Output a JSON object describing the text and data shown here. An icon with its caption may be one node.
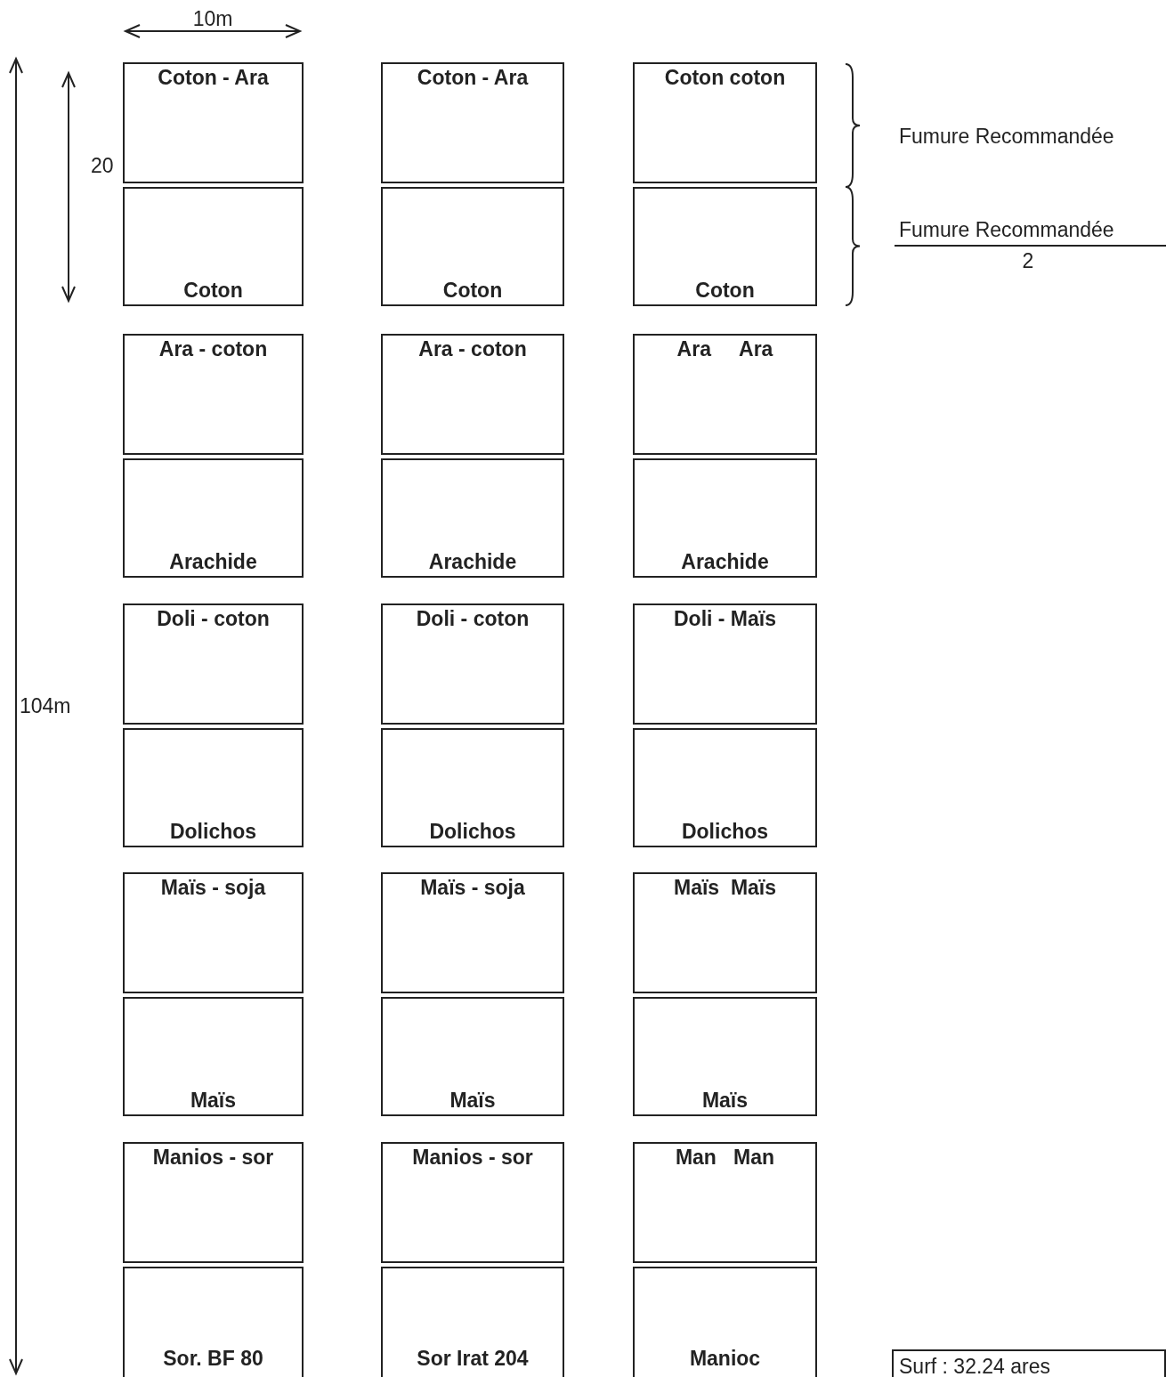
{
  "diagram": {
    "nodes": [
      {
        "text": [
          "Coton - Ara"
        ]
      },
      {
        "text": [
          "Coton - Ara"
        ]
      },
      {
        "text": [
          "Coton coton"
        ]
      },
      {
        "text": [
          "Coton"
        ]
      },
      {
        "text": [
          "Coton"
        ]
      },
      {
        "text": [
          "Coton"
        ]
      },
      {
        "text": [
          "Ara - coton"
        ]
      },
      {
        "text": [
          "Ara - coton"
        ]
      },
      {
        "text": [
          "Ara     Ara"
        ]
      },
      {
        "text": [
          "Arachide"
        ]
      },
      {
        "text": [
          "Arachide"
        ]
      },
      {
        "text": [
          "Arachide"
        ]
      },
      {
        "text": [
          "Doli - coton"
        ]
      },
      {
        "text": [
          "Doli - coton"
        ]
      },
      {
        "text": [
          "Doli - Maïs"
        ]
      },
      {
        "text": [
          "Dolichos"
        ]
      },
      {
        "text": [
          "Dolichos"
        ]
      },
      {
        "text": [
          "Dolichos"
        ]
      },
      {
        "text": [
          "Maïs - soja"
        ]
      },
      {
        "text": [
          "Maïs - soja"
        ]
      },
      {
        "text": [
          "Maïs  Maïs"
        ]
      },
      {
        "text": [
          "Maïs"
        ]
      },
      {
        "text": [
          "Maïs"
        ]
      },
      {
        "text": [
          "Maïs"
        ]
      },
      {
        "text": [
          "Manios - sor"
        ]
      },
      {
        "text": [
          "Manios - sor"
        ]
      },
      {
        "text": [
          "Man   Man"
        ]
      },
      {
        "text": [
          "Sor. BF 80"
        ]
      },
      {
        "text": [
          "Sor Irat 204"
        ]
      },
      {
        "text": [
          "Manioc"
        ]
      },
      {
        "text": [
          "Surf : 32.24 ares"
        ]
      }
    ],
    "labels": [
      "10m",
      "Fumure Recommandée",
      "20",
      "Fumure Recommandée",
      "2",
      "104m"
    ]
  }
}
